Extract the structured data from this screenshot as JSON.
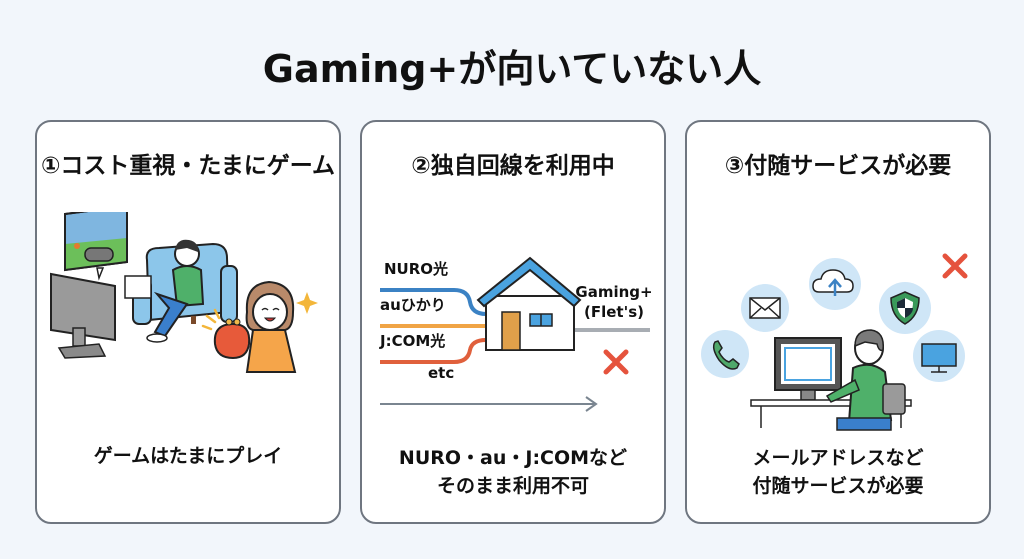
{
  "title": "Gaming+が向いていない人",
  "colors": {
    "background": "#f2f6fb",
    "card_border": "#6f7680",
    "nuro_line": "#3b82c4",
    "au_line": "#f0a445",
    "jcom_line": "#e0603c",
    "gaming_line": "#a8adb3",
    "cross": "#e5533d",
    "icon_circle": "#cfe6f7"
  },
  "cards": [
    {
      "heading": "①コスト重視・たまにゲーム",
      "caption": "ゲームはたまにプレイ",
      "illustration": {
        "description": "man playing game on sofa with TV, woman holding coin purse",
        "icons": [
          "tv-icon",
          "game-controller-icon",
          "sofa-icon",
          "coin-purse-icon",
          "sparkle-icon"
        ]
      }
    },
    {
      "heading": "②独自回線を利用中",
      "caption_lines": [
        "NURO・au・J:COMなど",
        "そのまま利用不可"
      ],
      "illustration": {
        "lines": [
          "NURO光",
          "auひかり",
          "J:COM光",
          "etc"
        ],
        "destination_label": [
          "Gaming+",
          "(Flet's)"
        ],
        "icons": [
          "house-icon",
          "cross-icon",
          "arrow-right-icon"
        ]
      }
    },
    {
      "heading": "③付随サービスが必要",
      "caption_lines": [
        "メールアドレスなど",
        "付随サービスが必要"
      ],
      "illustration": {
        "icons": [
          "phone-icon",
          "mail-icon",
          "cloud-upload-icon",
          "shield-icon",
          "monitor-icon",
          "cross-icon"
        ],
        "description": "person working at desktop computer"
      }
    }
  ]
}
